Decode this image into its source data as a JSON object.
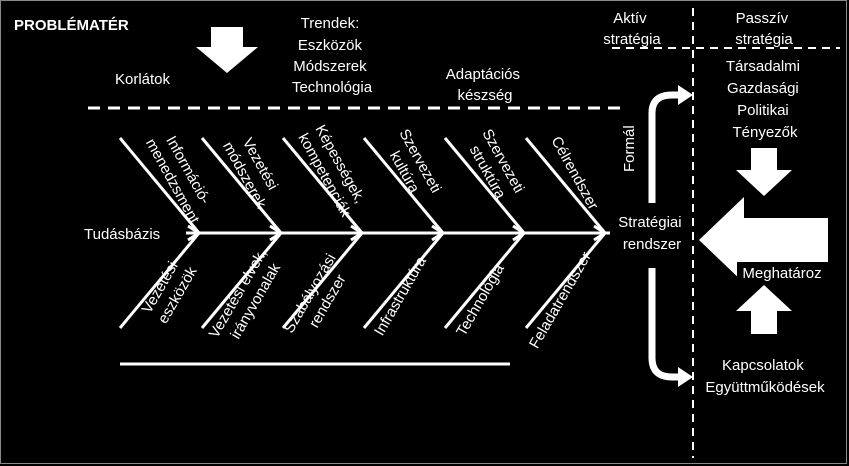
{
  "title": "PROBLÉMATÉR",
  "top": {
    "trends": [
      "Trendek:",
      "Eszközök",
      "Módszerek",
      "Technológia"
    ],
    "constraints": "Korlátok",
    "adaptive": [
      "Adaptációs",
      "készség"
    ],
    "active_strategy": [
      "Aktív",
      "stratégia"
    ],
    "passive_strategy": [
      "Passzív",
      "stratégia"
    ]
  },
  "spine": {
    "knowledge_base": "Tudásbázis",
    "strategic_system": [
      "Stratégiai",
      "rendszer"
    ]
  },
  "upper_bones": [
    [
      "Információ-",
      "menedzsment"
    ],
    [
      "Vezetési",
      "módszerek"
    ],
    [
      "Képességek,",
      "kompetenciák"
    ],
    [
      "Szervezeti",
      "kultúra"
    ],
    [
      "Szervezeti",
      "struktúra"
    ],
    [
      "Célrendszer"
    ]
  ],
  "lower_bones": [
    [
      "Vezetési",
      "eszközök"
    ],
    [
      "Vezetési elvek,",
      "irányvonalak"
    ],
    [
      "Szabályozási",
      "rendszer"
    ],
    [
      "Infrastruktúra"
    ],
    [
      "Technológia"
    ],
    [
      "Feladatrendszer"
    ]
  ],
  "right": {
    "forms": "Formál",
    "factors": [
      "Társadalmi",
      "Gazdasági",
      "Politikai",
      "Tényezők"
    ],
    "determines": "Meghatároz",
    "relations": [
      "Kapcsolatok",
      "Együttműködések"
    ]
  }
}
